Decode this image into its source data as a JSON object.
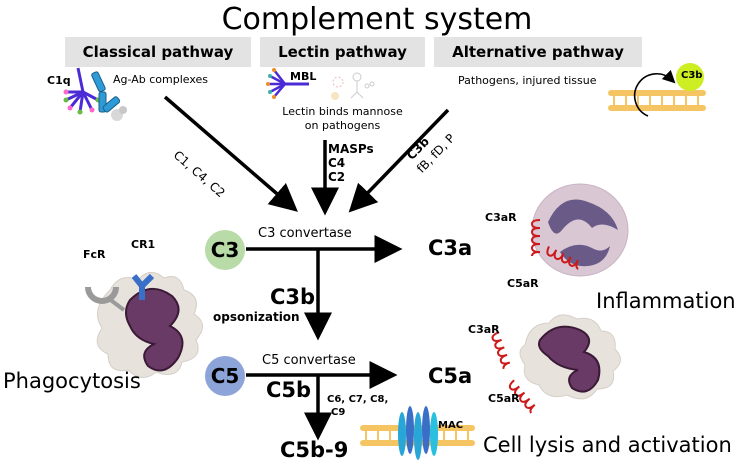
{
  "title": "Complement system",
  "pathways": {
    "classical": {
      "label": "Classical pathway",
      "molecule_label": "C1q",
      "trigger": "Ag-Ab complexes",
      "arrow_label": "C1, C4, C2"
    },
    "lectin": {
      "label": "Lectin pathway",
      "molecule_label": "MBL",
      "trigger_line1": "Lectin binds mannose",
      "trigger_line2": "on pathogens",
      "arrow_label_1": "MASPs",
      "arrow_label_2": "C4",
      "arrow_label_3": "C2"
    },
    "alternative": {
      "label": "Alternative pathway",
      "trigger": "Pathogens, injured tissue",
      "molecule_label": "C3b",
      "arrow_label_1": "C3b",
      "arrow_label_2": "fB, fD, P"
    }
  },
  "cascade": {
    "c3": {
      "label": "C3",
      "color": "#b9dba7",
      "convertase": "C3 convertase",
      "product_a": "C3a",
      "product_b": "C3b",
      "product_b_note": "opsonization"
    },
    "c5": {
      "label": "C5",
      "color": "#8da4d8",
      "convertase": "C5 convertase",
      "product_a": "C5a",
      "product_b": "C5b",
      "mac_components_line1": "C6, C7, C8,",
      "mac_components_line2": "C9",
      "final": "C5b-9"
    }
  },
  "receptors": {
    "fcr": "FcR",
    "cr1": "CR1",
    "c3ar_top": "C3aR",
    "c5ar_top": "C5aR",
    "c3ar_bottom": "C3aR",
    "c5ar_bottom": "C5aR",
    "mac": "MAC"
  },
  "outcomes": {
    "phagocytosis": "Phagocytosis",
    "inflammation": "Inflammation",
    "cell_lysis": "Cell lysis and activation"
  },
  "colors": {
    "pathway_box": "#e3e3e3",
    "c3b_ball": "#ccee22",
    "membrane": "#f5c563",
    "receptor_red": "#cc1a1a",
    "cr1_blue": "#3a6fc8",
    "mac_blue": "#29a6d8",
    "nucleus": "#6a3a66",
    "cell_body": "#e8e2dc"
  }
}
